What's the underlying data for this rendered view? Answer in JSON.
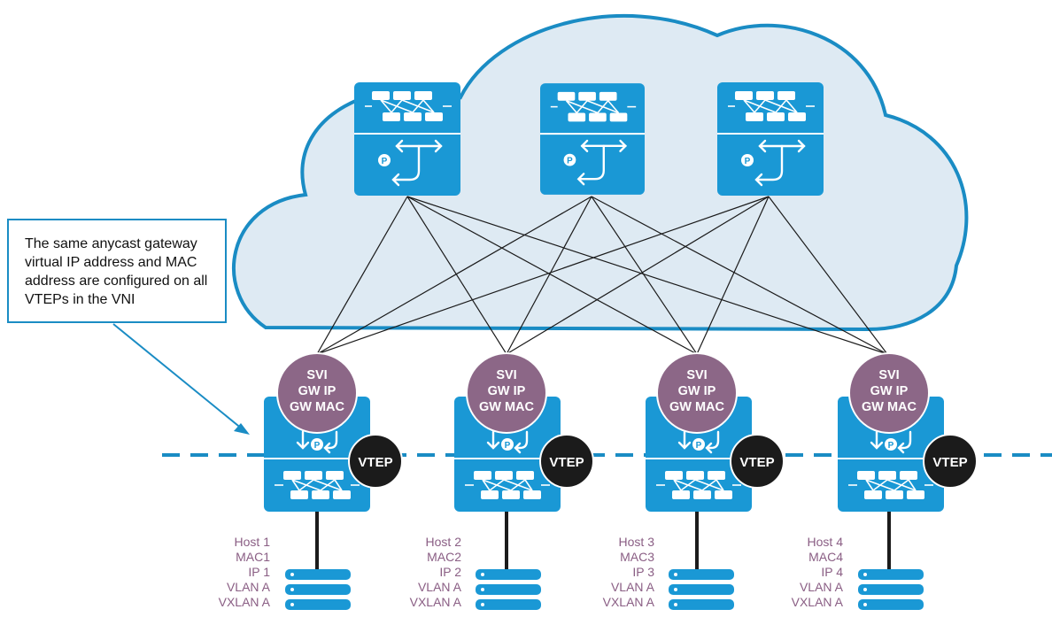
{
  "callout": {
    "text": "The same anycast gateway virtual IP address and MAC address are configured on all VTEPs in the VNI"
  },
  "colors": {
    "cloud_fill": "#deeaf3",
    "cloud_stroke": "#1a8cc4",
    "switch_blue": "#1a98d5",
    "svi_purple": "#8c6787",
    "vtep_black": "#1b1b1b",
    "host_text": "#8a5e84",
    "dashed_line": "#1a8cc4"
  },
  "spines": [
    {
      "icon": "spine-switch-icon"
    },
    {
      "icon": "spine-switch-icon"
    },
    {
      "icon": "spine-switch-icon"
    }
  ],
  "leafs": [
    {
      "svi_lines": [
        "SVI",
        "GW IP",
        "GW MAC"
      ],
      "vtep_label": "VTEP",
      "host_lines": [
        "Host 1",
        "MAC1",
        "IP 1",
        "VLAN A",
        "VXLAN A"
      ]
    },
    {
      "svi_lines": [
        "SVI",
        "GW IP",
        "GW MAC"
      ],
      "vtep_label": "VTEP",
      "host_lines": [
        "Host 2",
        "MAC2",
        "IP 2",
        "VLAN A",
        "VXLAN A"
      ]
    },
    {
      "svi_lines": [
        "SVI",
        "GW IP",
        "GW MAC"
      ],
      "vtep_label": "VTEP",
      "host_lines": [
        "Host 3",
        "MAC3",
        "IP 3",
        "VLAN A",
        "VXLAN A"
      ]
    },
    {
      "svi_lines": [
        "SVI",
        "GW IP",
        "GW MAC"
      ],
      "vtep_label": "VTEP",
      "host_lines": [
        "Host 4",
        "MAC4",
        "IP 4",
        "VLAN A",
        "VXLAN A"
      ]
    }
  ]
}
